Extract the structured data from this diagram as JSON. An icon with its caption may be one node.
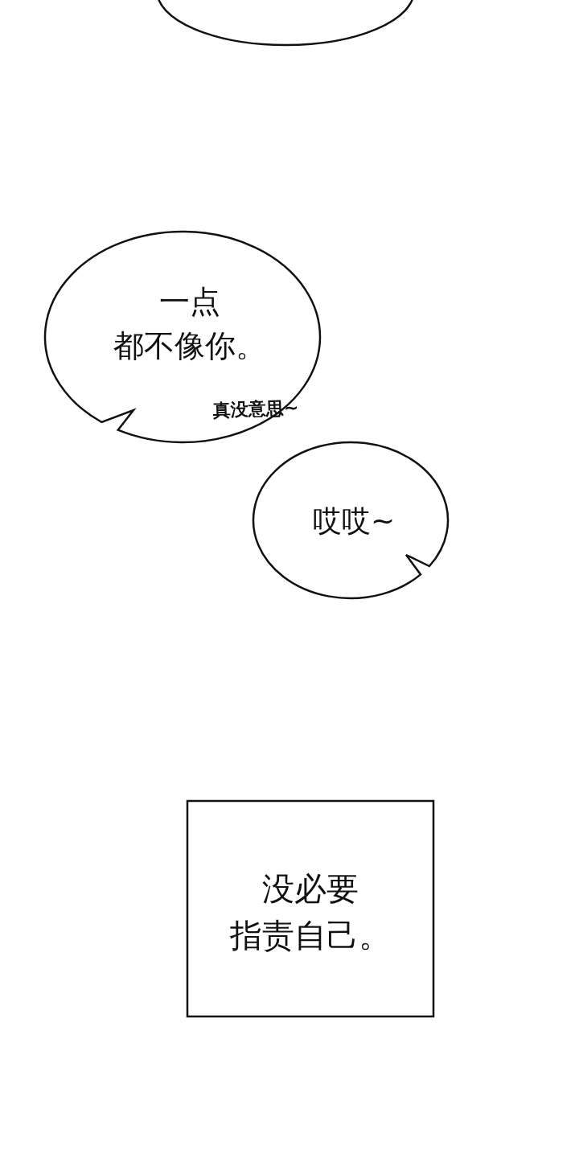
{
  "diagram": {
    "nodes": [
      {
        "text": [],
        "shape": "circle"
      },
      {
        "text": [
          "一点都不像你。"
        ]
      },
      {
        "text": [
          "哎哎~"
        ]
      },
      {
        "text": [
          "没必要指责自己。"
        ]
      }
    ],
    "labels": [
      "真没意思~"
    ]
  }
}
